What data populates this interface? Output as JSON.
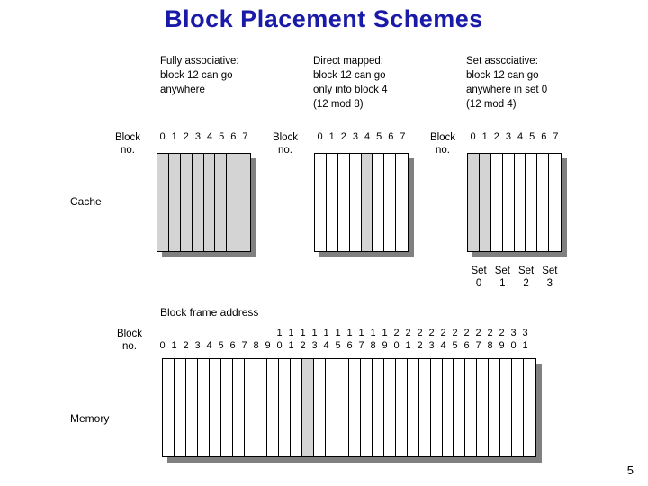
{
  "title": "Block Placement Schemes",
  "page_number": "5",
  "captions": {
    "fully_associative": "Fully associative:\nblock 12 can go\nanywhere",
    "direct_mapped": "Direct mapped:\nblock 12 can go\nonly into block 4\n(12 mod 8)",
    "set_associative": "Set asscciative:\nblock 12 can go\nanywhere in set 0\n(12 mod 4)"
  },
  "labels": {
    "block_no_1": "Block\nno.",
    "block_no_2": "Block\nno.",
    "block_no_3": "Block\nno.",
    "cache": "Cache",
    "memory": "Memory",
    "block_frame_address": "Block frame address",
    "block_no_memory": "Block\nno."
  },
  "cache_numbers": [
    "0",
    "1",
    "2",
    "3",
    "4",
    "5",
    "6",
    "7"
  ],
  "sets": [
    {
      "name": "Set",
      "index": "0"
    },
    {
      "name": "Set",
      "index": "1"
    },
    {
      "name": "Set",
      "index": "2"
    },
    {
      "name": "Set",
      "index": "3"
    }
  ],
  "diagram_data": {
    "type": "diagram",
    "cache_blocks": 8,
    "fully_associative_filled": [
      0,
      1,
      2,
      3,
      4,
      5,
      6,
      7
    ],
    "direct_mapped_filled": [
      4
    ],
    "set_associative_filled": [
      0,
      1
    ],
    "memory_blocks": 32,
    "memory_filled": [
      12
    ],
    "colors": {
      "fill": "#d4d4d4",
      "outline": "#000000",
      "shadow": "#808080",
      "title": "#1a1aa8"
    }
  },
  "memory_numbers_top": [
    "",
    "",
    "",
    "",
    "",
    "",
    "",
    "",
    "",
    "",
    "1",
    "1",
    "1",
    "1",
    "1",
    "1",
    "1",
    "1",
    "1",
    "1",
    "2",
    "2",
    "2",
    "2",
    "2",
    "2",
    "2",
    "2",
    "2",
    "2",
    "3",
    "3"
  ],
  "memory_numbers_bottom": [
    "0",
    "1",
    "2",
    "3",
    "4",
    "5",
    "6",
    "7",
    "8",
    "9",
    "0",
    "1",
    "2",
    "3",
    "4",
    "5",
    "6",
    "7",
    "8",
    "9",
    "0",
    "1",
    "2",
    "3",
    "4",
    "5",
    "6",
    "7",
    "8",
    "9",
    "0",
    "1"
  ]
}
